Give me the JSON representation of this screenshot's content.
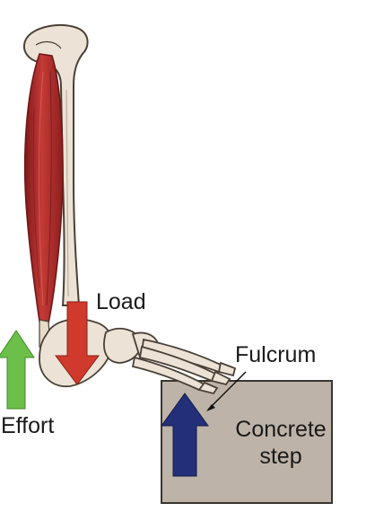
{
  "labels": {
    "load": "Load",
    "fulcrum": "Fulcrum",
    "effort": "Effort",
    "step_line1": "Concrete",
    "step_line2": "step"
  },
  "colors": {
    "bone_fill": "#ece3d6",
    "bone_outline": "#4a4036",
    "muscle": "#b52a2a",
    "muscle_dark": "#7e1a1a",
    "effort_arrow": "#6cc04a",
    "load_arrow": "#cf3a2c",
    "fulcrum_arrow": "#232f78",
    "step_fill": "#bdb3a8",
    "step_outline": "#3a3530"
  }
}
